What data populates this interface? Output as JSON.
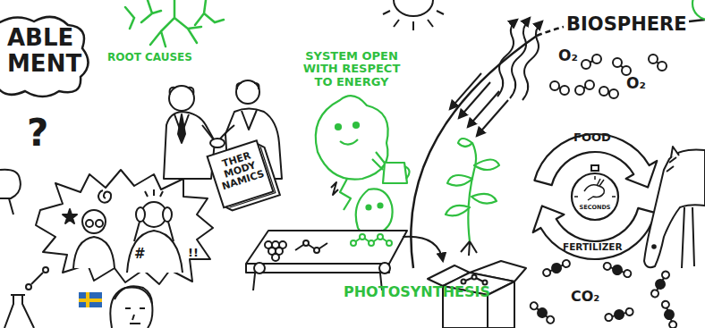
{
  "diagram": {
    "nodes": [
      {
        "text": [
          "ABLE MENT"
        ]
      },
      {
        "text": [
          "THER MODY NAMICS"
        ]
      },
      {
        "text": [
          "SECONDS"
        ]
      }
    ],
    "labels": [
      "ROOT CAUSES",
      "?",
      "#",
      "!!",
      "SYSTEM OPEN WITH RESPECT TO ENERGY",
      "PHOTOSYNTHESIS",
      "BIOSPHERE",
      "O₂",
      "O₂",
      "FOOD",
      "FERTILIZER",
      "CO₂"
    ]
  }
}
